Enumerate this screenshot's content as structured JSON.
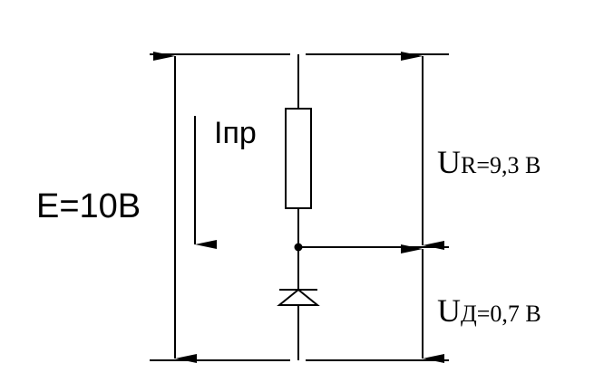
{
  "circuit": {
    "source_label": "E=10B",
    "current": {
      "symbol": "I",
      "subscript": "пр"
    },
    "resistor_voltage": {
      "symbol": "U",
      "subscript": "R",
      "value": "=9,3 В"
    },
    "diode_voltage": {
      "symbol": "U",
      "subscript": "Д",
      "value": "=0,7 В"
    }
  },
  "colors": {
    "line": "#000000",
    "background": "#ffffff"
  },
  "icons": {
    "resistor": "resistor-icon",
    "diode": "diode-icon",
    "arrow": "arrow-icon",
    "node": "junction-dot-icon"
  }
}
